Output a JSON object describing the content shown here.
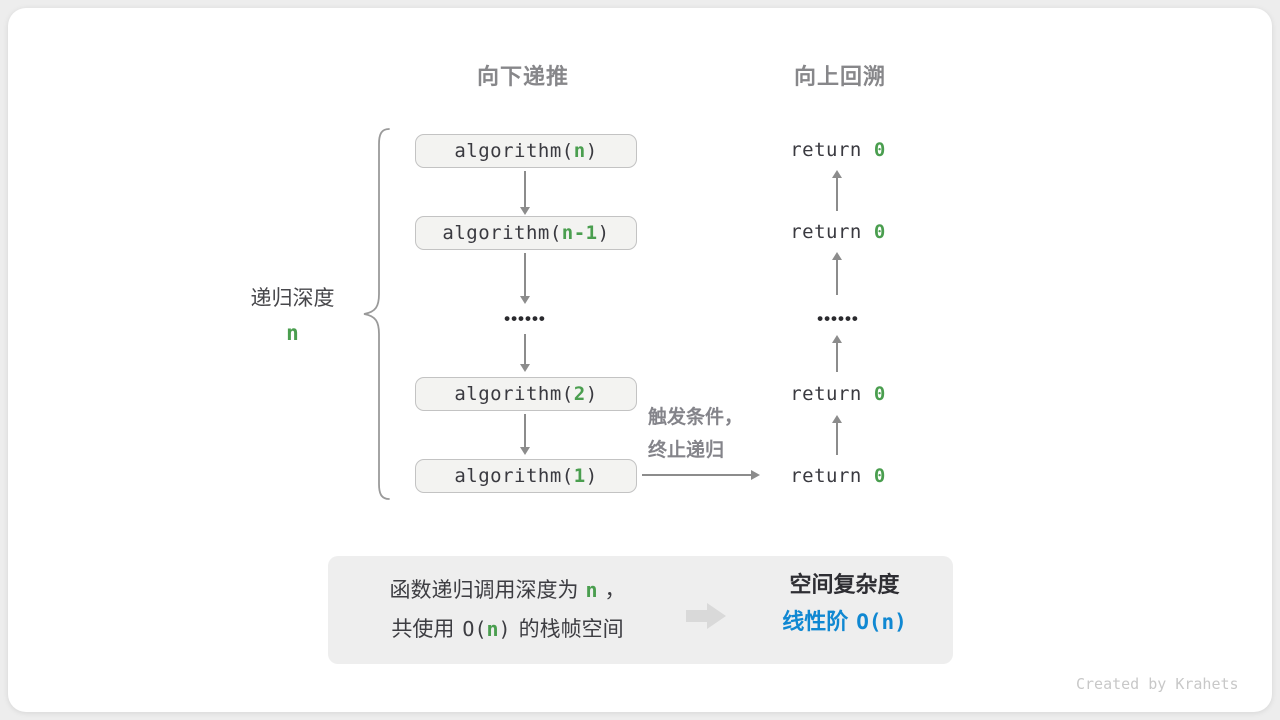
{
  "credit": "Created by Krahets",
  "colors": {
    "accent_green": "#4a9e4f",
    "accent_blue": "#1088d2",
    "arrow_gray": "#8c8c8c",
    "box_fill": "#f3f3f1",
    "panel_fill": "#eeeeee"
  },
  "headers": {
    "descend": "向下递推",
    "backtrack": "向上回溯"
  },
  "depth_brace": {
    "label": "递归深度",
    "value": "n"
  },
  "descend_column": {
    "boxes": [
      {
        "prefix": "algorithm(",
        "arg": "n",
        "suffix": ")"
      },
      {
        "prefix": "algorithm(",
        "arg": "n-1",
        "suffix": ")"
      },
      {
        "prefix": "algorithm(",
        "arg": "2",
        "suffix": ")"
      },
      {
        "prefix": "algorithm(",
        "arg": "1",
        "suffix": ")"
      }
    ],
    "ellipsis": "••••••"
  },
  "backtrack_column": {
    "returns": [
      {
        "keyword": "return ",
        "value": "0"
      },
      {
        "keyword": "return ",
        "value": "0"
      },
      {
        "keyword": "return ",
        "value": "0"
      },
      {
        "keyword": "return ",
        "value": "0"
      }
    ],
    "ellipsis": "••••••"
  },
  "termination_note": {
    "line1": "触发条件，",
    "line2": "终止递归"
  },
  "summary": {
    "line1_text": "函数递归调用深度为",
    "line1_var": "n",
    "line1_punct": "，",
    "line2_pre": "共使用",
    "line2_o_open": "O(",
    "line2_var": "n",
    "line2_o_close": ")",
    "line2_post": "的栈帧空间",
    "result_title": "空间复杂度",
    "result_prefix": "线性阶",
    "result_value": "O(n)"
  }
}
